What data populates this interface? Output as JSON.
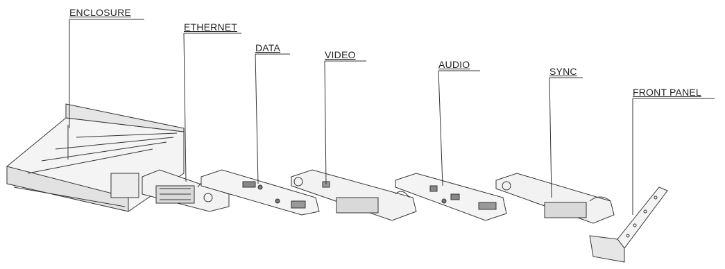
{
  "labels": {
    "enclosure": "ENCLOSURE",
    "ethernet": "ETHERNET",
    "data": "DATA",
    "video": "VIDEO",
    "audio": "AUDIO",
    "sync": "SYNC",
    "front_panel": "FRONT PANEL"
  },
  "colors": {
    "line": "#333333",
    "fill_light": "#f2f2f2",
    "fill_mid": "#d9d9d9",
    "component": "#555555"
  }
}
